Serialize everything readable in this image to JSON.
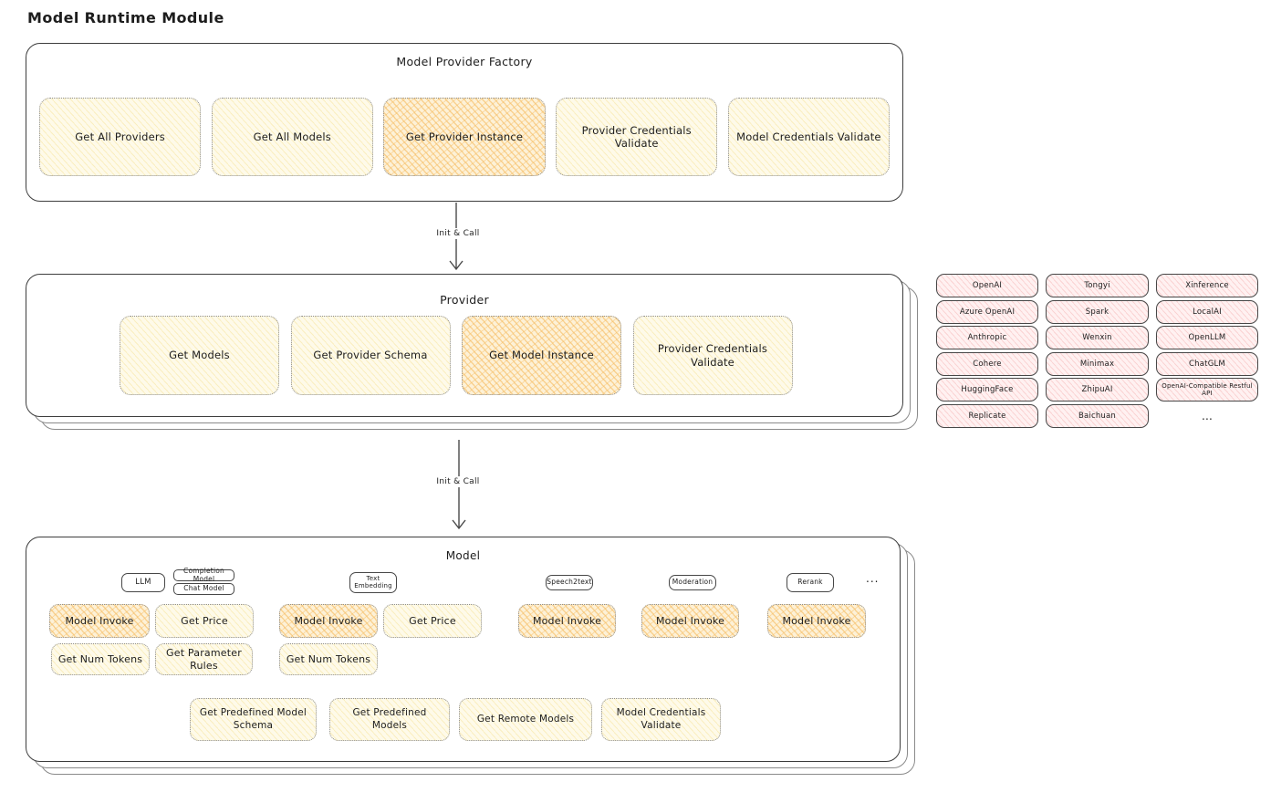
{
  "page_title": "Model Runtime Module",
  "arrows": {
    "label_1": "Init & Call",
    "label_2": "Init & Call"
  },
  "factory": {
    "title": "Model Provider Factory",
    "items": [
      "Get All Providers",
      "Get All Models",
      "Get Provider Instance",
      "Provider Credentials Validate",
      "Model Credentials Validate"
    ]
  },
  "provider": {
    "title": "Provider",
    "items": [
      "Get Models",
      "Get Provider Schema",
      "Get Model Instance",
      "Provider Credentials Validate"
    ]
  },
  "providers_list": {
    "column_1": [
      "OpenAI",
      "Azure OpenAI",
      "Anthropic",
      "Cohere",
      "HuggingFace",
      "Replicate"
    ],
    "column_2": [
      "Tongyi",
      "Spark",
      "Wenxin",
      "Minimax",
      "ZhipuAI",
      "Baichuan"
    ],
    "column_3": [
      "Xinference",
      "LocalAI",
      "OpenLLM",
      "ChatGLM",
      "OpenAI-Compatible Restful API",
      "..."
    ]
  },
  "model": {
    "title": "Model",
    "tags": {
      "llm": "LLM",
      "completion": "Completion Model",
      "chat": "Chat Model",
      "text_embedding": "Text Embedding",
      "speech2text": "Speech2text",
      "moderation": "Moderation",
      "rerank": "Rerank",
      "more": "..."
    },
    "capabilities": {
      "model_invoke": "Model Invoke",
      "get_price": "Get Price",
      "get_num_tokens": "Get Num Tokens",
      "get_parameter_rules": "Get Parameter Rules"
    },
    "bottom_items": [
      "Get Predefined Model Schema",
      "Get Predefined Models",
      "Get Remote Models",
      "Model Credentials Validate"
    ]
  },
  "colors": {
    "ink": "#1d1d1d",
    "yellow_fill": "#fefae9",
    "orange_fill": "#fdf1d7",
    "blue_fill": "#e4f1fc",
    "pink_fill": "#fff1f1",
    "border_dark": "#3d3d3d",
    "border_dotted": "#8f8f8f"
  }
}
